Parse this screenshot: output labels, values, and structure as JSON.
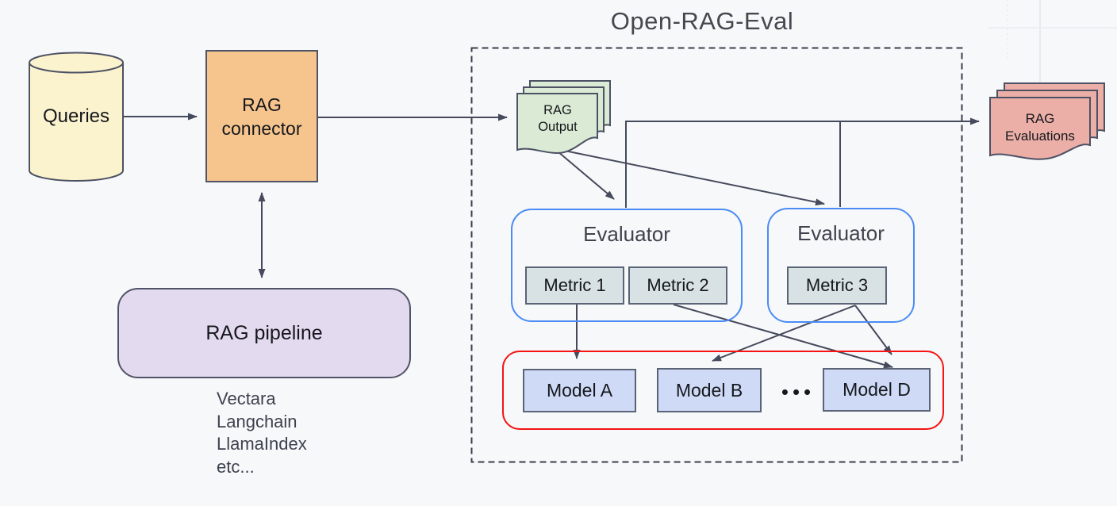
{
  "title": "Open-RAG-Eval",
  "pipeline_section": {
    "queries_label": "Queries",
    "connector_label": "RAG\nconnector",
    "pipeline_label": "RAG pipeline",
    "pipeline_examples": [
      "Vectara",
      "Langchain",
      "LlamaIndex",
      "etc..."
    ]
  },
  "eval_section": {
    "rag_output_label": "RAG\nOutput",
    "evaluators": [
      {
        "label": "Evaluator",
        "metrics": [
          "Metric 1",
          "Metric 2"
        ]
      },
      {
        "label": "Evaluator",
        "metrics": [
          "Metric 3"
        ]
      }
    ],
    "models": [
      "Model A",
      "Model B",
      "Model D"
    ],
    "models_ellipsis": "•••"
  },
  "output_section": {
    "rag_evaluations_label": "RAG\nEvaluations"
  },
  "colors": {
    "background": "#F7F8FA",
    "queries_fill": "#FBF3CE",
    "connector_fill": "#F6C58E",
    "pipeline_fill": "#E4DAF0",
    "rag_output_fill": "#DAEAD5",
    "metric_fill": "#D8E1E3",
    "model_fill": "#CEDAF6",
    "evaluations_fill": "#EBAFA8",
    "evaluator_border": "#4A8BF5",
    "models_container_border": "#F41414",
    "line_color": "#454A5C"
  }
}
